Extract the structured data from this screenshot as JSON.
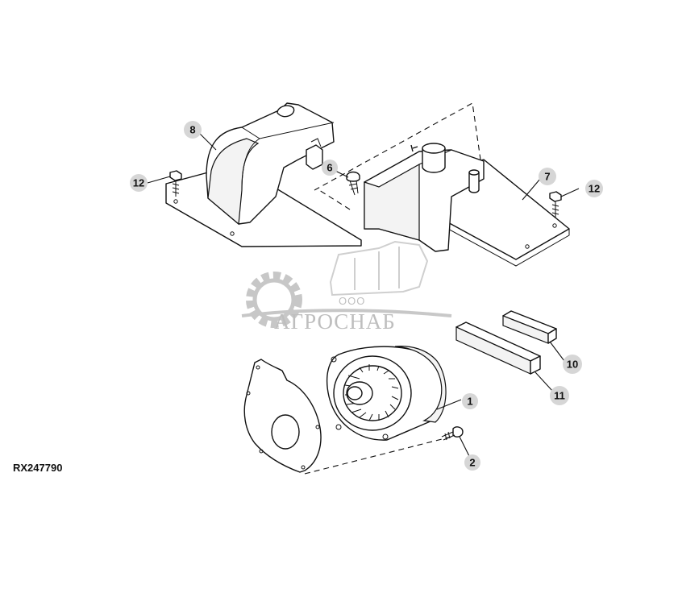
{
  "figure": {
    "reference_code": "RX247790",
    "callouts": [
      {
        "id": "c1",
        "label": "1"
      },
      {
        "id": "c2",
        "label": "2"
      },
      {
        "id": "c6",
        "label": "6"
      },
      {
        "id": "c7",
        "label": "7"
      },
      {
        "id": "c8",
        "label": "8"
      },
      {
        "id": "c10",
        "label": "10"
      },
      {
        "id": "c11",
        "label": "11"
      },
      {
        "id": "c12a",
        "label": "12"
      },
      {
        "id": "c12b",
        "label": "12"
      }
    ]
  },
  "watermark": {
    "company_prefix": "ООО",
    "company_name": "АГРОСНАБ"
  },
  "colors": {
    "line": "#111111",
    "callout_fill": "#d6d6d6",
    "watermark": "#8a8a8a"
  }
}
